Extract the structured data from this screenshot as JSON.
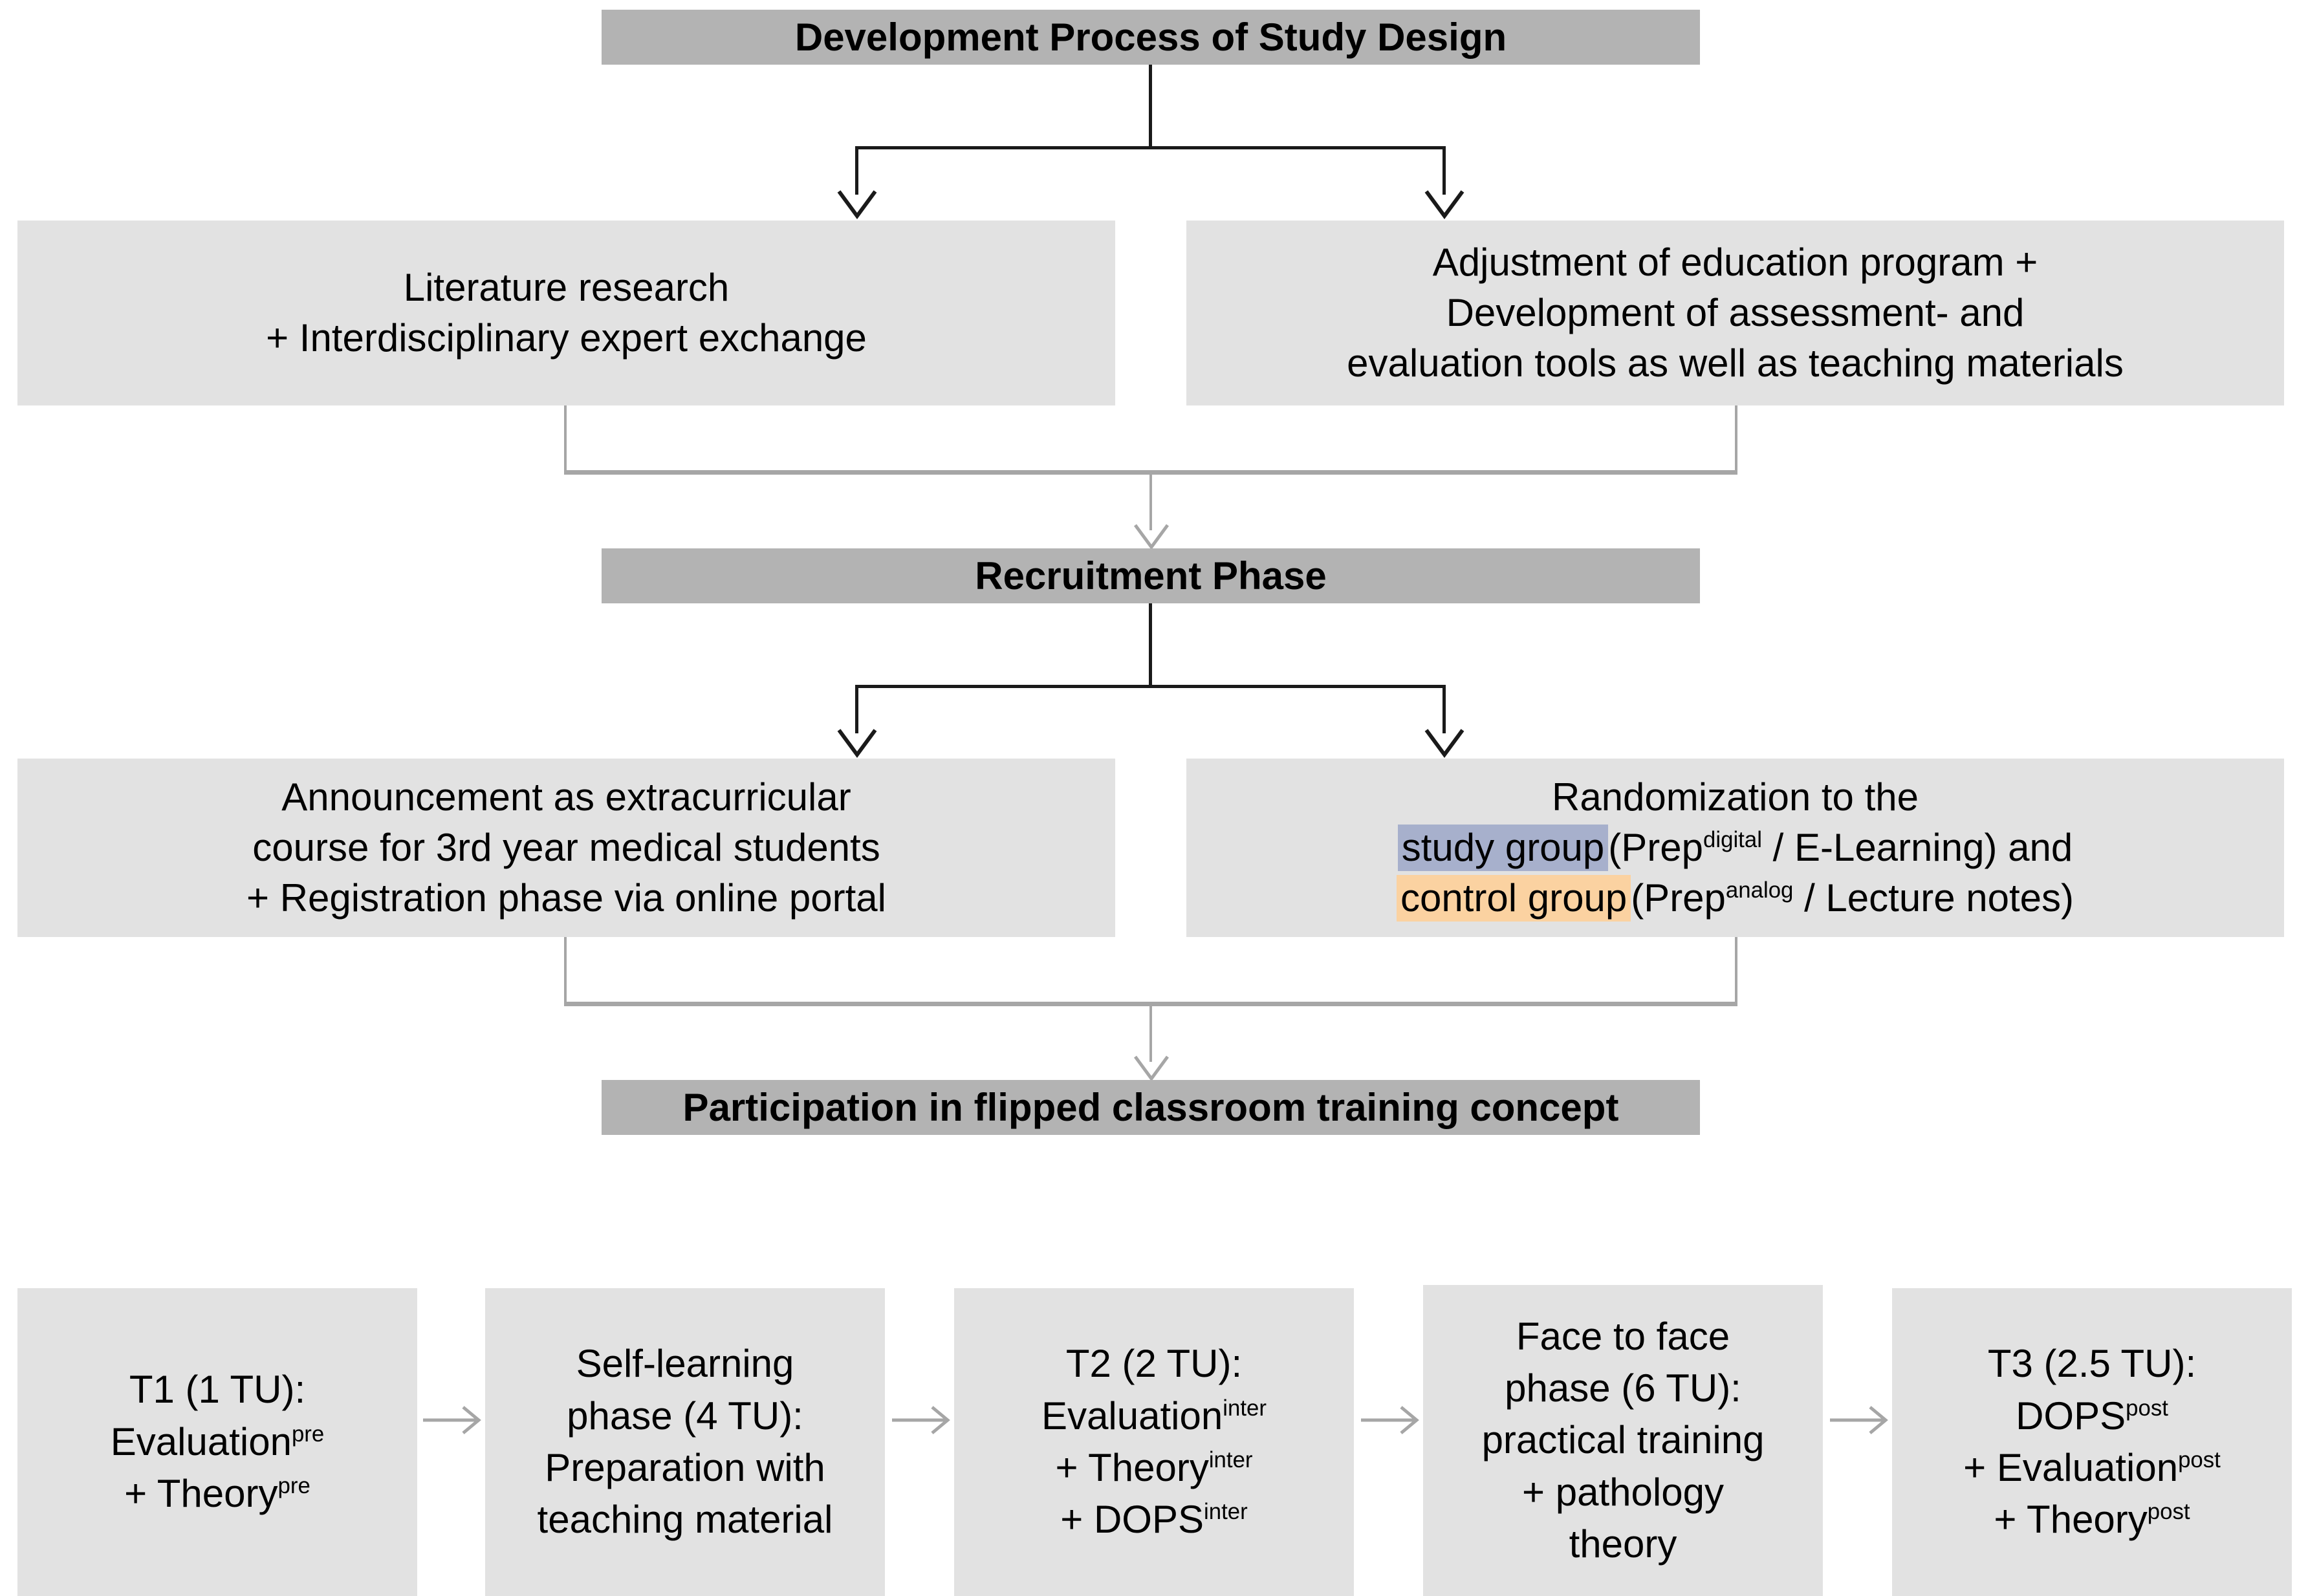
{
  "diagram": {
    "title": "Development Process of Study Design",
    "nodes": {
      "header": "Development Process of Study Design",
      "literature": "Literature research\n+ Interdisciplinary expert exchange",
      "literature_line1": "Literature research",
      "literature_line2": "+ Interdisciplinary expert exchange",
      "adjustment_line1": "Adjustment of education program +",
      "adjustment_line2": "Development of assessment- and",
      "adjustment_line3": "evaluation tools as well as teaching materials",
      "recruitment": "Recruitment Phase",
      "announcement_line1": "Announcement as extracurricular",
      "announcement_line2": "course for 3rd year medical students",
      "announcement_line3": "+ Registration phase via online portal",
      "randomization_line1": "Randomization to the",
      "randomization_study_label": "study group",
      "randomization_study_rest_a": "(Prep",
      "randomization_study_sup": "digital",
      "randomization_study_rest_b": " / E-Learning) and",
      "randomization_control_label": "control group",
      "randomization_control_rest_a": "(Prep",
      "randomization_control_sup": "analog",
      "randomization_control_rest_b": " / Lecture notes)",
      "participation": "Participation in flipped classroom training concept"
    },
    "timeline": [
      {
        "id": "t1",
        "lines": [
          {
            "text": "T1 (1 TU):",
            "sup": ""
          },
          {
            "text": "Evaluation",
            "sup": "pre"
          },
          {
            "text": "+ Theory",
            "sup": "pre"
          }
        ]
      },
      {
        "id": "self-learning",
        "lines": [
          {
            "text": "Self-learning",
            "sup": ""
          },
          {
            "text": "phase (4 TU):",
            "sup": ""
          },
          {
            "text": "Preparation with",
            "sup": ""
          },
          {
            "text": "teaching material",
            "sup": ""
          }
        ]
      },
      {
        "id": "t2",
        "lines": [
          {
            "text": "T2 (2 TU):",
            "sup": ""
          },
          {
            "text": "Evaluation",
            "sup": "inter"
          },
          {
            "text": "+ Theory",
            "sup": "inter"
          },
          {
            "text": "+ DOPS",
            "sup": "inter"
          }
        ]
      },
      {
        "id": "face-to-face",
        "lines": [
          {
            "text": "Face to face",
            "sup": ""
          },
          {
            "text": "phase (6 TU):",
            "sup": ""
          },
          {
            "text": "practical training",
            "sup": ""
          },
          {
            "text": "+ pathology",
            "sup": ""
          },
          {
            "text": "theory",
            "sup": ""
          }
        ]
      },
      {
        "id": "t3",
        "lines": [
          {
            "text": "T3 (2.5 TU):",
            "sup": ""
          },
          {
            "text": "DOPS",
            "sup": "post"
          },
          {
            "text": "+ Evaluation",
            "sup": "post"
          },
          {
            "text": "+ Theory",
            "sup": "post"
          }
        ]
      }
    ],
    "colors": {
      "bar_fill": "#b3b3b3",
      "panel_fill": "#e2e2e2",
      "study_group_highlight": "#a7b0cc",
      "control_group_highlight": "#fbd2a1",
      "connector_dark": "#1a1a1a",
      "connector_light": "#a6a6a6",
      "text": "#000000",
      "background": "#ffffff"
    }
  }
}
